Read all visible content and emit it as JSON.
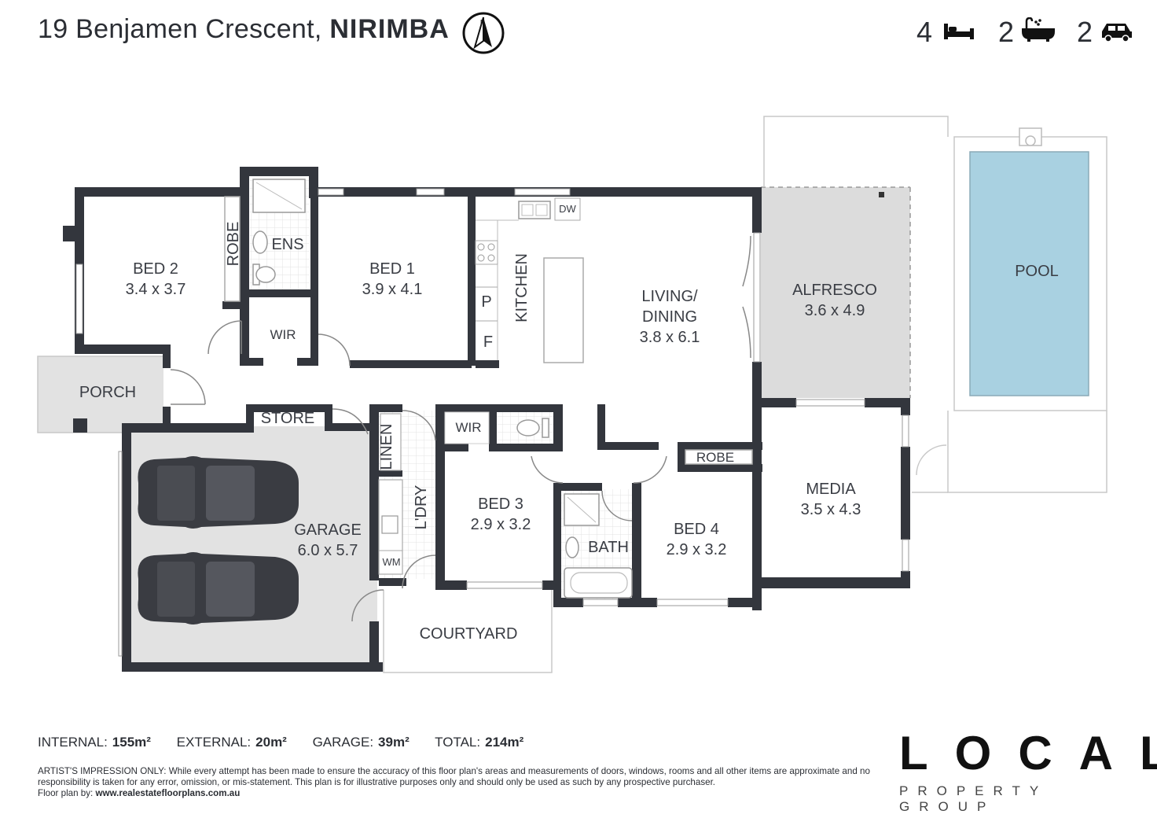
{
  "header": {
    "street": "19 Benjamen Crescent,",
    "suburb": "NIRIMBA",
    "compass_icon": "north-arrow-icon",
    "stats": [
      {
        "value": "4",
        "icon": "bed-icon"
      },
      {
        "value": "2",
        "icon": "bathtub-icon"
      },
      {
        "value": "2",
        "icon": "car-icon"
      }
    ]
  },
  "rooms": {
    "bed2": {
      "name": "BED 2",
      "size": "3.4 x 3.7"
    },
    "robe1": {
      "name": "ROBE"
    },
    "ens": {
      "name": "ENS"
    },
    "wir1": {
      "name": "WIR"
    },
    "bed1": {
      "name": "BED 1",
      "size": "3.9 x 4.1"
    },
    "dw": {
      "name": "DW"
    },
    "kitchen": {
      "name": "KITCHEN"
    },
    "pantry": {
      "name": "P"
    },
    "fridge": {
      "name": "F"
    },
    "living": {
      "name": "LIVING/",
      "name2": "DINING",
      "size": "3.8 x 6.1"
    },
    "alfresco": {
      "name": "ALFRESCO",
      "size": "3.6 x 4.9"
    },
    "pool": {
      "name": "POOL"
    },
    "porch": {
      "name": "PORCH"
    },
    "store": {
      "name": "STORE"
    },
    "linen": {
      "name": "LINEN"
    },
    "laundry": {
      "name": "L'DRY"
    },
    "wm": {
      "name": "WM"
    },
    "garage": {
      "name": "GARAGE",
      "size": "6.0 x 5.7"
    },
    "wir2": {
      "name": "WIR"
    },
    "bed3": {
      "name": "BED 3",
      "size": "2.9 x 3.2"
    },
    "bath": {
      "name": "BATH"
    },
    "robe2": {
      "name": "ROBE"
    },
    "bed4": {
      "name": "BED 4",
      "size": "2.9 x 3.2"
    },
    "media": {
      "name": "MEDIA",
      "size": "3.5 x 4.3"
    },
    "courtyard": {
      "name": "COURTYARD"
    }
  },
  "areas": {
    "internal_label": "INTERNAL:",
    "internal_value": "155m²",
    "external_label": "EXTERNAL:",
    "external_value": "20m²",
    "garage_label": "GARAGE:",
    "garage_value": "39m²",
    "total_label": "TOTAL:",
    "total_value": "214m²"
  },
  "disclaimer": {
    "text": "ARTIST'S IMPRESSION ONLY: While every attempt has been made to ensure the accuracy of this floor plan's areas and measurements of doors, windows, rooms and all other items are approximate and no responsibility is taken for any error, omission, or mis-statement. This plan is for illustrative purposes only and should only be used as such by any prospective purchaser.",
    "credit_label": "Floor plan by:",
    "credit_url": "www.realestatefloorplans.com.au"
  },
  "logo": {
    "main": "LOCAL",
    "sub": "PROPERTY GROUP"
  },
  "colors": {
    "wall": "#33363d",
    "shade": "#e2e2e2",
    "pool": "#a9d1e1",
    "text": "#3a3d44"
  }
}
